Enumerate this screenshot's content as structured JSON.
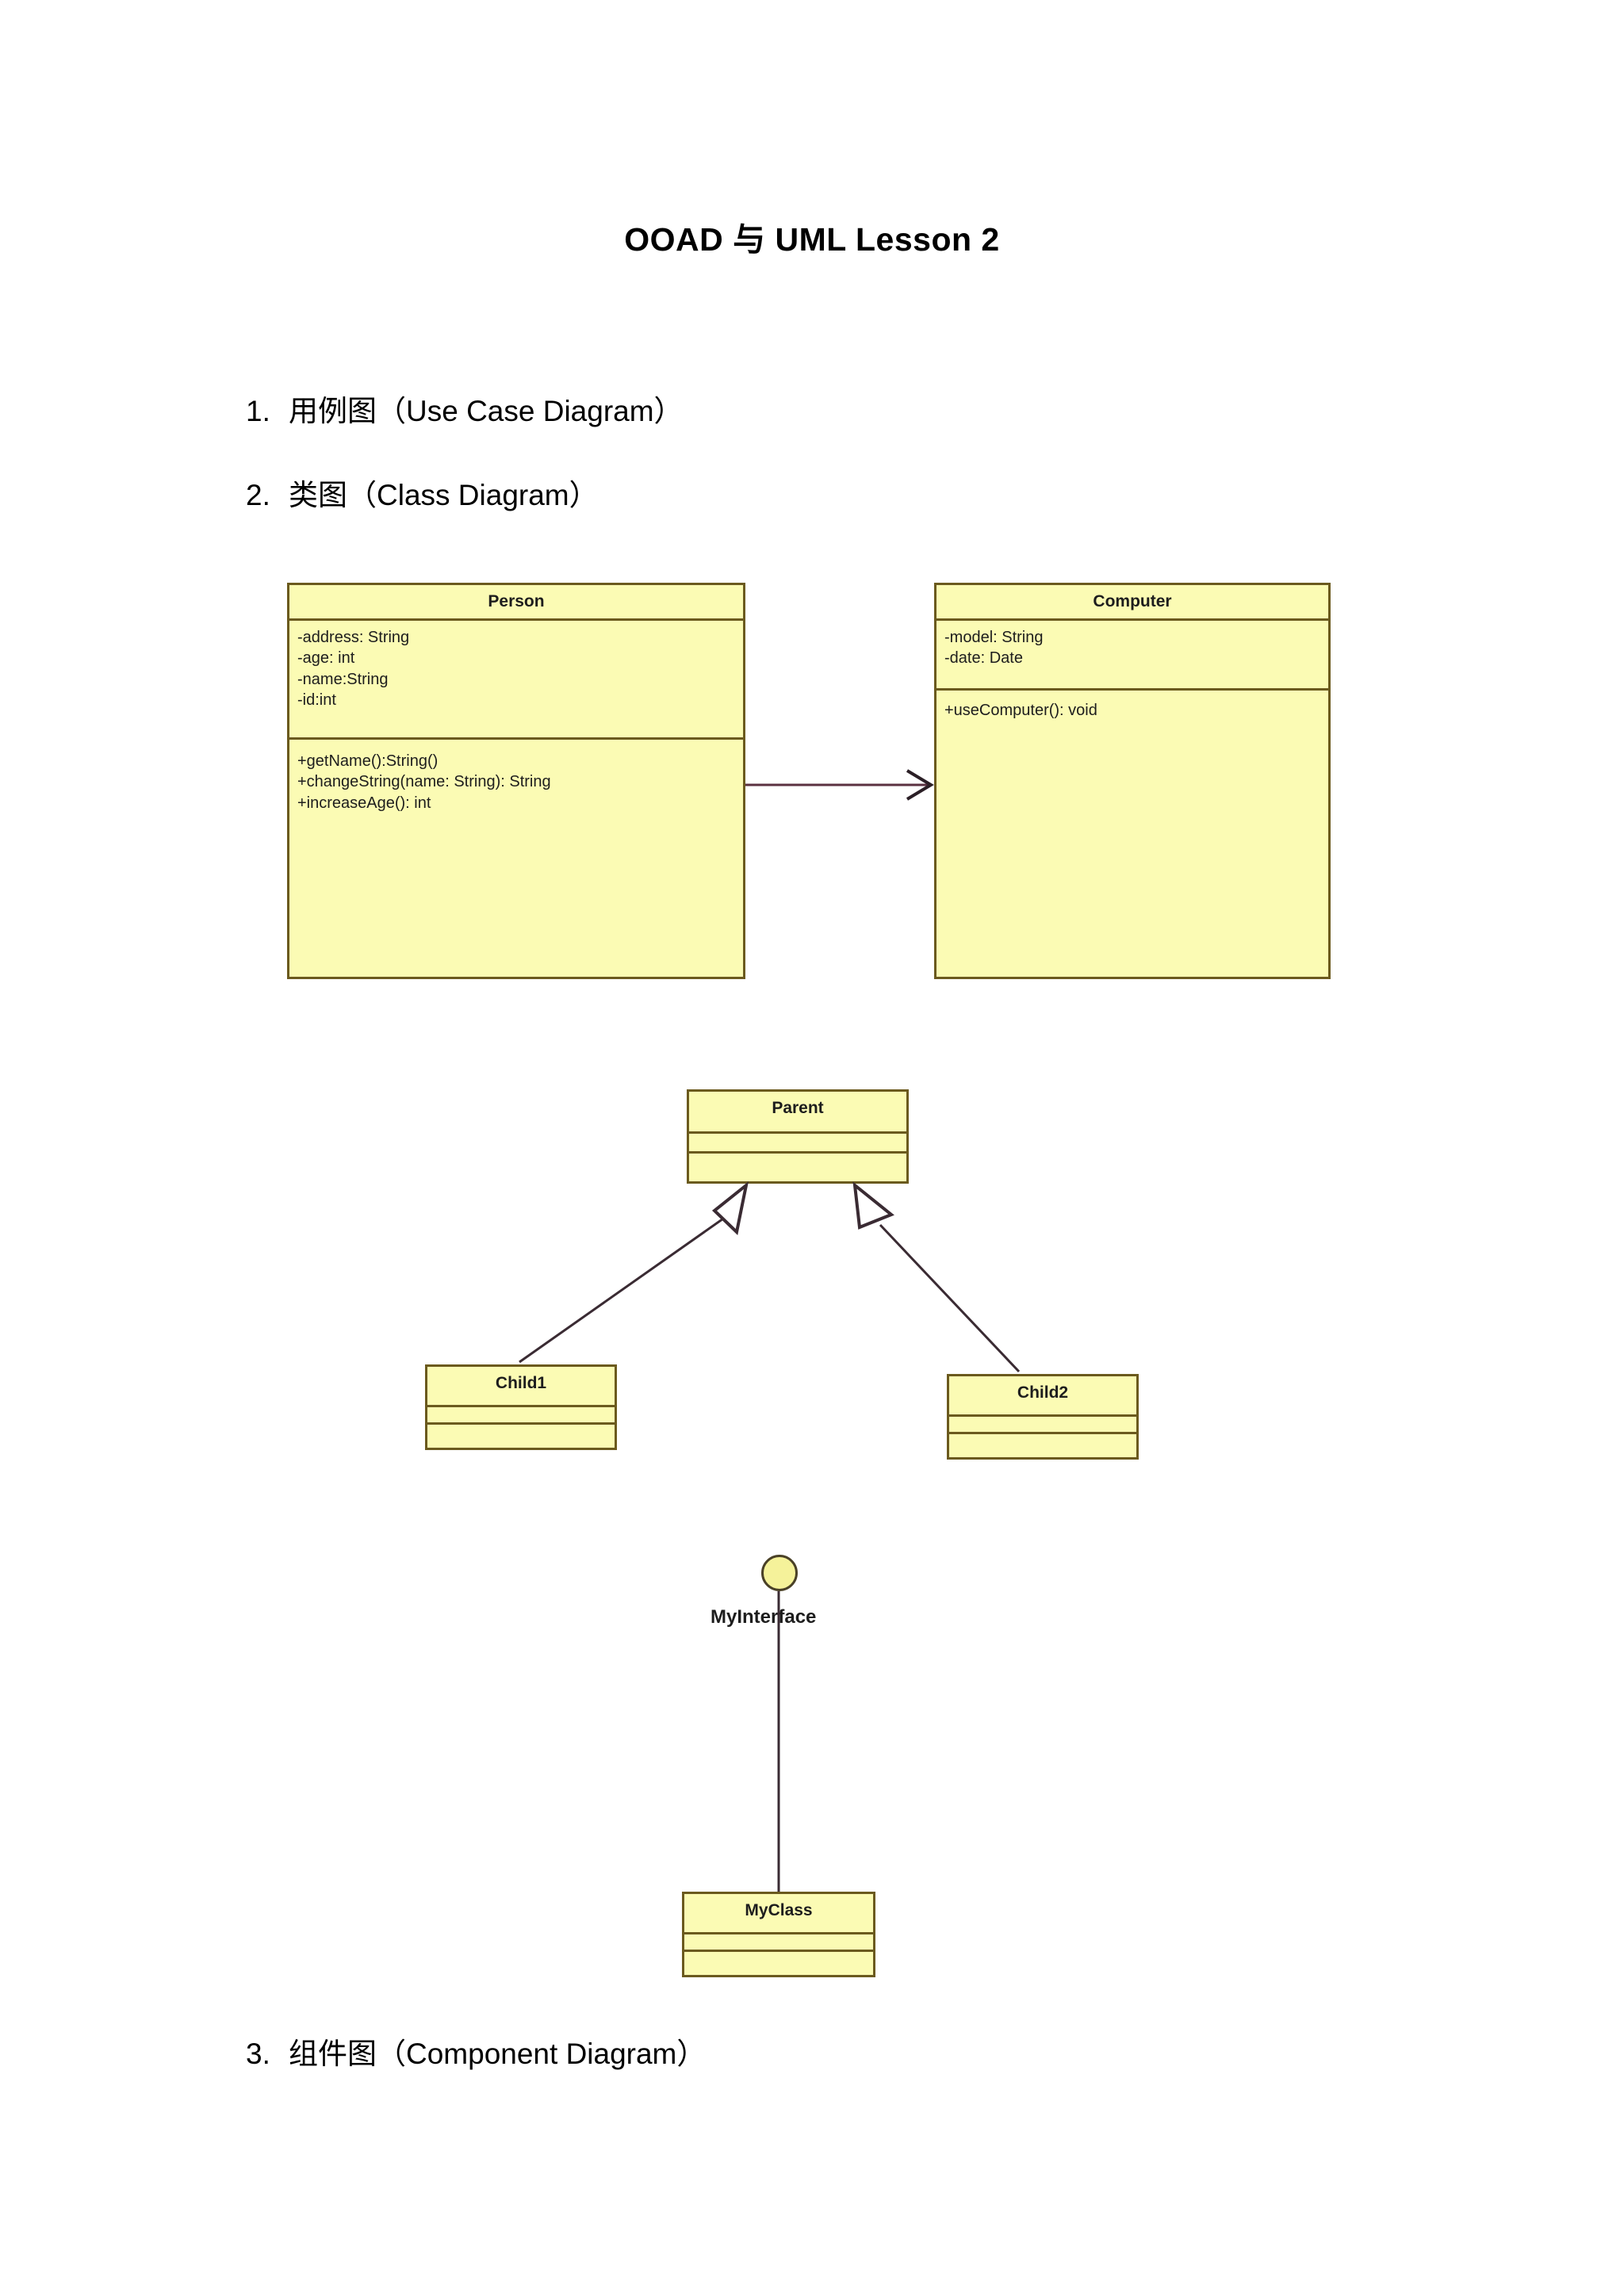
{
  "document": {
    "title": "OOAD 与 UML Lesson 2",
    "list": [
      {
        "num": "1.",
        "text": "用例图（Use Case Diagram）"
      },
      {
        "num": "2.",
        "text": "类图（Class Diagram）"
      },
      {
        "num": "3.",
        "text": "组件图（Component Diagram）"
      }
    ]
  },
  "colors": {
    "class_fill": "#fbfbb4",
    "class_border": "#6b5a1e",
    "association_line": "#5a3040",
    "generalization_line": "#3a2b33",
    "interface_fill": "#f5f29a",
    "page_background": "#ffffff",
    "text": "#1d1d1d"
  },
  "diagrams": {
    "association_diagram": {
      "classes": [
        {
          "name": "Person",
          "attributes": [
            "-address: String",
            "-age: int",
            "-name:String",
            "-id:int"
          ],
          "operations": [
            "+getName():String()",
            "+changeString(name: String): String",
            "+increaseAge(): int"
          ]
        },
        {
          "name": "Computer",
          "attributes": [
            "-model: String",
            "-date: Date"
          ],
          "operations": [
            "+useComputer(): void"
          ]
        }
      ],
      "relationship": {
        "kind": "association",
        "from": "Person",
        "to": "Computer",
        "arrow": "open-arrow"
      }
    },
    "inheritance_diagram": {
      "classes": [
        {
          "name": "Parent",
          "attributes": [],
          "operations": []
        },
        {
          "name": "Child1",
          "attributes": [],
          "operations": []
        },
        {
          "name": "Child2",
          "attributes": [],
          "operations": []
        }
      ],
      "relationships": [
        {
          "kind": "generalization",
          "from": "Child1",
          "to": "Parent",
          "arrow": "hollow-triangle"
        },
        {
          "kind": "generalization",
          "from": "Child2",
          "to": "Parent",
          "arrow": "hollow-triangle"
        }
      ]
    },
    "interface_diagram": {
      "interface": {
        "name": "MyInterface",
        "notation": "lollipop"
      },
      "classes": [
        {
          "name": "MyClass",
          "attributes": [],
          "operations": []
        }
      ],
      "relationships": [
        {
          "kind": "realization",
          "from": "MyClass",
          "to": "MyInterface",
          "arrow": "none"
        }
      ]
    }
  }
}
